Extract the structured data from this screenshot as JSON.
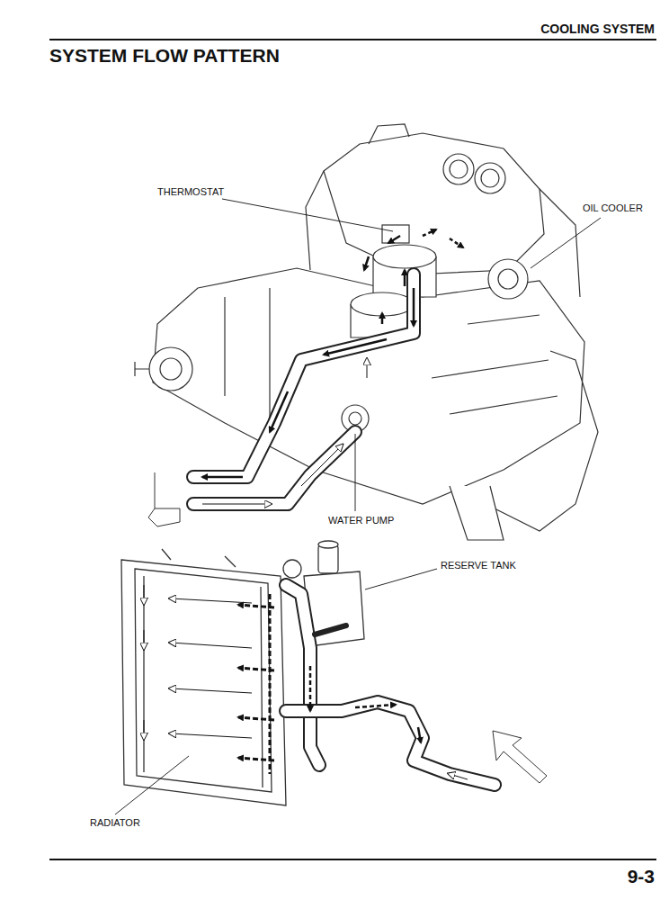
{
  "diagram": {
    "title": "SYSTEM FLOW PATTERN",
    "labels": [
      "COOLING SYSTEM",
      "THERMOSTAT",
      "OIL COOLER",
      "WATER PUMP",
      "RESERVE TANK",
      "RADIATOR",
      "9-3"
    ]
  }
}
